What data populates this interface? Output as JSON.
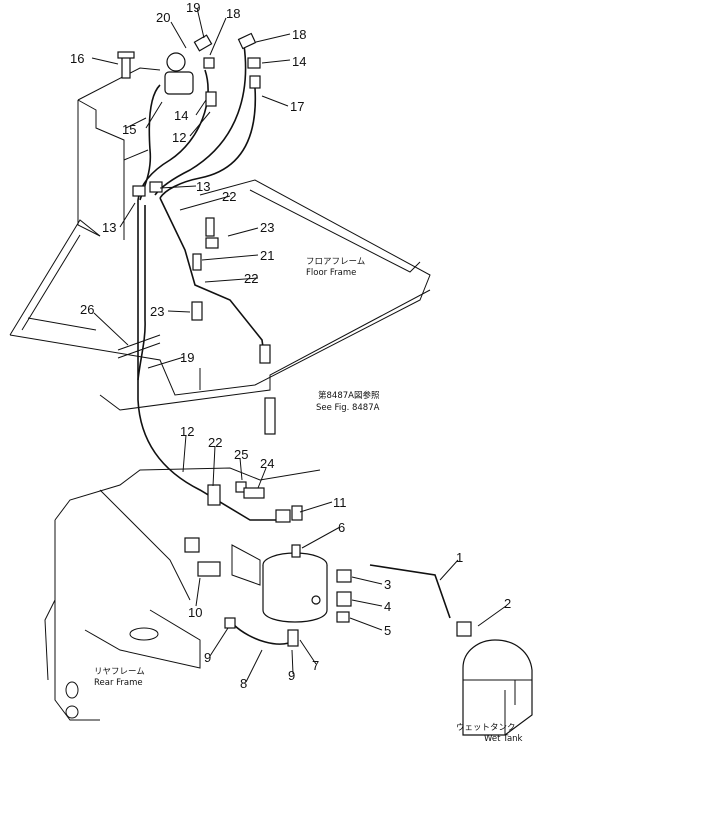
{
  "callouts": [
    {
      "id": "c20",
      "label": "20"
    },
    {
      "id": "c19a",
      "label": "19"
    },
    {
      "id": "c18a",
      "label": "18"
    },
    {
      "id": "c18b",
      "label": "18"
    },
    {
      "id": "c16",
      "label": "16"
    },
    {
      "id": "c14a",
      "label": "14"
    },
    {
      "id": "c14b",
      "label": "14"
    },
    {
      "id": "c17",
      "label": "17"
    },
    {
      "id": "c15",
      "label": "15"
    },
    {
      "id": "c12a",
      "label": "12"
    },
    {
      "id": "c13a",
      "label": "13"
    },
    {
      "id": "c22a",
      "label": "22"
    },
    {
      "id": "c13b",
      "label": "13"
    },
    {
      "id": "c23a",
      "label": "23"
    },
    {
      "id": "c21",
      "label": "21"
    },
    {
      "id": "c22b",
      "label": "22"
    },
    {
      "id": "c26",
      "label": "26"
    },
    {
      "id": "c23b",
      "label": "23"
    },
    {
      "id": "c19b",
      "label": "19"
    },
    {
      "id": "c12b",
      "label": "12"
    },
    {
      "id": "c22c",
      "label": "22"
    },
    {
      "id": "c25",
      "label": "25"
    },
    {
      "id": "c24",
      "label": "24"
    },
    {
      "id": "c11",
      "label": "11"
    },
    {
      "id": "c6",
      "label": "6"
    },
    {
      "id": "c1",
      "label": "1"
    },
    {
      "id": "c3",
      "label": "3"
    },
    {
      "id": "c2",
      "label": "2"
    },
    {
      "id": "c4",
      "label": "4"
    },
    {
      "id": "c5",
      "label": "5"
    },
    {
      "id": "c10",
      "label": "10"
    },
    {
      "id": "c9a",
      "label": "9"
    },
    {
      "id": "c7",
      "label": "7"
    },
    {
      "id": "c9b",
      "label": "9"
    },
    {
      "id": "c8",
      "label": "8"
    }
  ],
  "zones": {
    "floor_frame_jp": "フロアフレーム",
    "floor_frame_en": "Floor Frame",
    "see_fig_jp": "第8487A図参照",
    "see_fig_en": "See Fig. 8487A",
    "rear_frame_jp": "リヤフレーム",
    "rear_frame_en": "Rear Frame",
    "wet_tank_jp": "ウェットタンク",
    "wet_tank_en": "Wet Tank"
  }
}
